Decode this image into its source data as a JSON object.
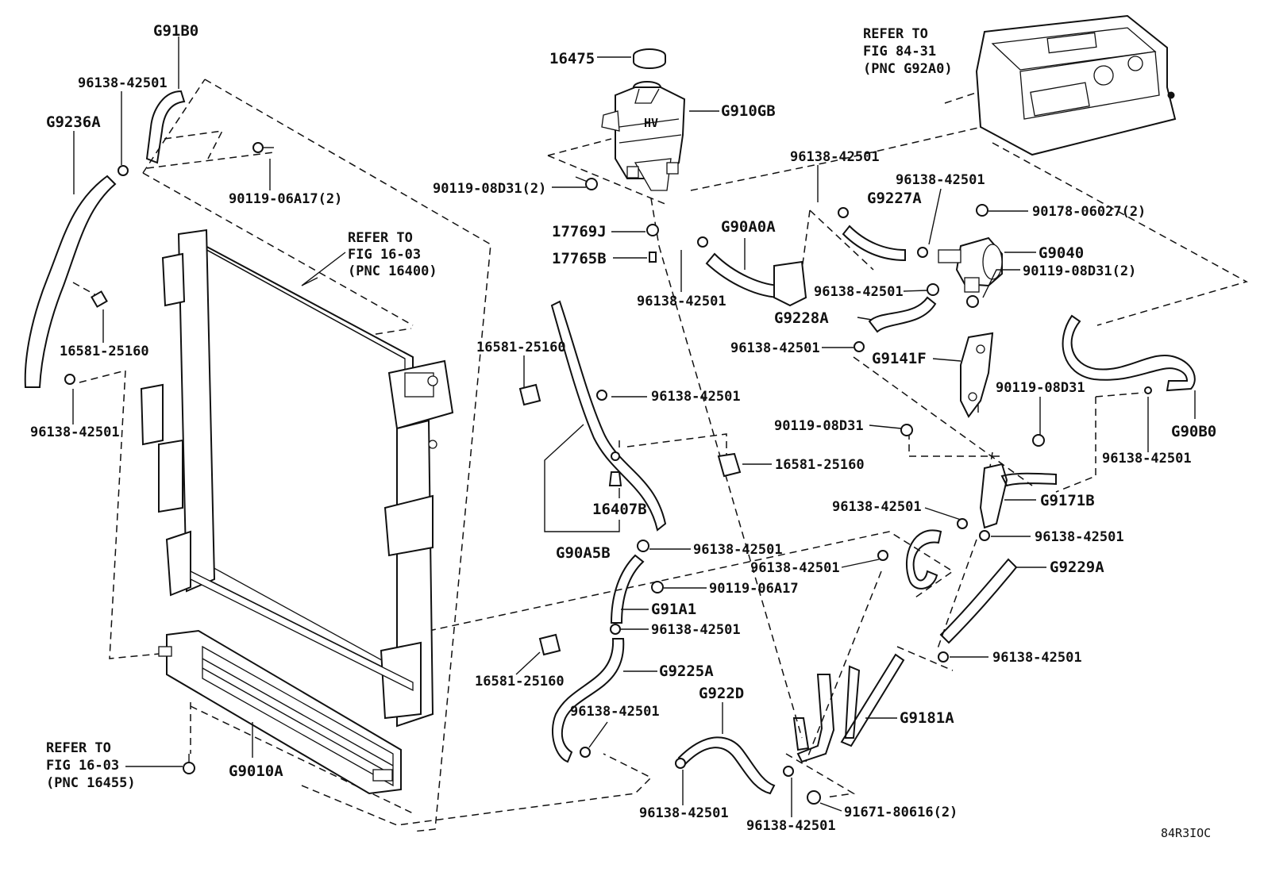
{
  "diagram_code": "84R3IOC",
  "labels": {
    "g91b0": "G91B0",
    "clamp_top_left": "96138-42501",
    "g9236a": "G9236A",
    "bolt_06a17_2": "90119-06A17(2)",
    "refer_1603_a_l1": "REFER TO",
    "refer_1603_a_l2": "FIG 16-03",
    "refer_1603_a_l3": "(PNC 16400)",
    "clip_left": "16581-25160",
    "clamp_left_lower": "96138-42501",
    "refer_1603_b_l1": "REFER TO",
    "refer_1603_b_l2": "FIG 16-03",
    "refer_1603_b_l3": "(PNC 16455)",
    "g9010a": "G9010A",
    "cap_16475": "16475",
    "g910gb": "G910GB",
    "bolt_08d31_2_a": "90119-08D31(2)",
    "plug_17769j": "17769J",
    "plug_17765b": "17765B",
    "clamp_tank": "96138-42501",
    "g90a0a": "G90A0A",
    "refer_8431_l1": "REFER TO",
    "refer_8431_l2": "FIG 84-31",
    "refer_8431_l3": "(PNC G92A0)",
    "clamp_g9227_left": "96138-42501",
    "clamp_g9227_right": "96138-42501",
    "g9227a": "G9227A",
    "nut_06027_2": "90178-06027(2)",
    "g9040": "G9040",
    "bolt_08d31_2_b": "90119-08D31(2)",
    "clamp_mid_right": "96138-42501",
    "g9228a": "G9228A",
    "clamp_g9141": "96138-42501",
    "g9141f": "G9141F",
    "bolt_08d31_a": "90119-08D31",
    "bolt_08d31_b": "90119-08D31",
    "g90b0": "G90B0",
    "clamp_g90b0": "96138-42501",
    "clip_center": "16581-25160",
    "clamp_center": "96138-42501",
    "clip_16581_mid": "16581-25160",
    "plug_16407b": "16407B",
    "g90a5b": "G90A5B",
    "clamp_g91a1_top": "96138-42501",
    "bolt_06a17": "90119-06A17",
    "g91a1": "G91A1",
    "clamp_g91a1_bottom": "96138-42501",
    "clip_lower": "16581-25160",
    "g9225a": "G9225A",
    "clamp_g9225": "96138-42501",
    "g922d": "G922D",
    "clamp_bottom_a": "96138-42501",
    "clamp_bottom_b": "96138-42501",
    "clamp_g9171_left": "96138-42501",
    "g9171b": "G9171B",
    "clamp_g9171_right": "96138-42501",
    "clamp_loop": "96138-42501",
    "g9229a": "G9229A",
    "clamp_g9229": "96138-42501",
    "g9181a": "G9181A",
    "bolt_80616_2": "91671-80616(2)",
    "tank_mark": "HV"
  },
  "colors": {
    "ink": "#111111",
    "paper": "#ffffff"
  }
}
